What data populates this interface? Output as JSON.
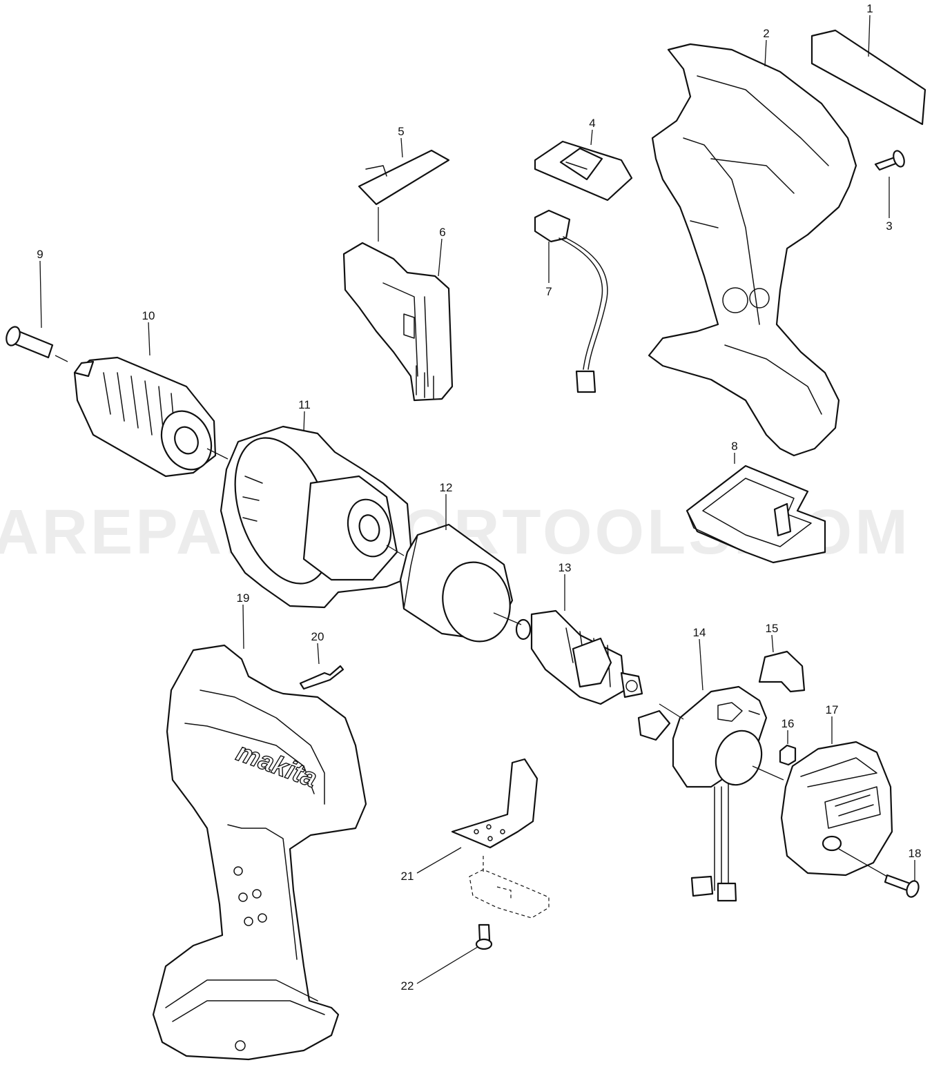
{
  "watermark": "AREPARTSFORTOOLS.COM",
  "brand_mark": "makita",
  "callouts": {
    "p1": "1",
    "p2": "2",
    "p3": "3",
    "p4": "4",
    "p5": "5",
    "p6": "6",
    "p7": "7",
    "p8": "8",
    "p9": "9",
    "p10": "10",
    "p11": "11",
    "p12": "12",
    "p13": "13",
    "p14": "14",
    "p15": "15",
    "p16": "16",
    "p17": "17",
    "p18": "18",
    "p19": "19",
    "p20": "20",
    "p21": "21",
    "p22": "22"
  }
}
